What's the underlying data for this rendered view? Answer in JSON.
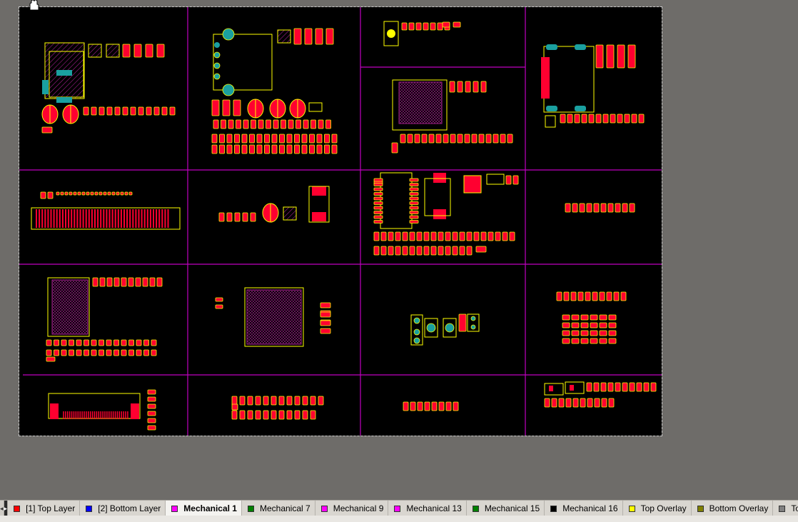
{
  "layers": [
    {
      "label": "[1] Top Layer",
      "color": "#ff0000",
      "active": false
    },
    {
      "label": "[2] Bottom Layer",
      "color": "#0000ff",
      "active": false
    },
    {
      "label": "Mechanical 1",
      "color": "#ff00ff",
      "active": true
    },
    {
      "label": "Mechanical 7",
      "color": "#008000",
      "active": false
    },
    {
      "label": "Mechanical 9",
      "color": "#ff00ff",
      "active": false
    },
    {
      "label": "Mechanical 13",
      "color": "#ff00ff",
      "active": false
    },
    {
      "label": "Mechanical 15",
      "color": "#008000",
      "active": false
    },
    {
      "label": "Mechanical 16",
      "color": "#000000",
      "active": false
    },
    {
      "label": "Top Overlay",
      "color": "#ffff00",
      "active": false
    },
    {
      "label": "Bottom Overlay",
      "color": "#808000",
      "active": false
    },
    {
      "label": "Top Paste",
      "color": "#808080",
      "active": false
    }
  ],
  "colors": {
    "board": "#000000",
    "grid_lines": "#c000c0",
    "pad": "#ff0030",
    "overlay": "#ffff00",
    "hole": "#1aa0a0",
    "hatch": "#a0208a"
  }
}
